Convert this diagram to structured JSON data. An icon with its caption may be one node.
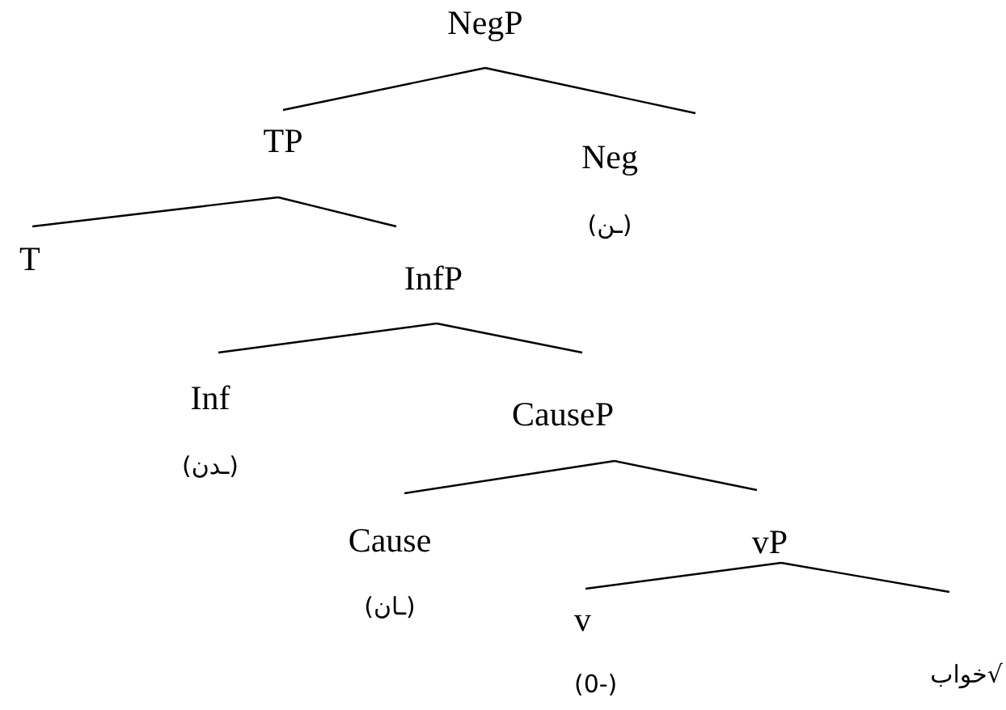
{
  "diagram": {
    "nodes": [
      {
        "text": [
          "NegP"
        ]
      },
      {
        "text": [
          "TP"
        ]
      },
      {
        "text": [
          "Neg",
          "(ـن)"
        ]
      },
      {
        "text": [
          "T"
        ]
      },
      {
        "text": [
          "InfP"
        ]
      },
      {
        "text": [
          "Inf",
          "(ـدن)"
        ]
      },
      {
        "text": [
          "CauseP"
        ]
      },
      {
        "text": [
          "Cause",
          "(ـان)"
        ]
      },
      {
        "text": [
          "vP"
        ]
      },
      {
        "text": [
          "v",
          "(0-)"
        ]
      },
      {
        "text": [
          "√خواب"
        ]
      }
    ],
    "edges": [
      {
        "from": 0,
        "to": 1,
        "arrow": "none"
      },
      {
        "from": 0,
        "to": 2,
        "arrow": "none"
      },
      {
        "from": 1,
        "to": 3,
        "arrow": "none"
      },
      {
        "from": 1,
        "to": 4,
        "arrow": "none"
      },
      {
        "from": 4,
        "to": 5,
        "arrow": "none"
      },
      {
        "from": 4,
        "to": 6,
        "arrow": "none"
      },
      {
        "from": 6,
        "to": 7,
        "arrow": "none"
      },
      {
        "from": 6,
        "to": 8,
        "arrow": "none"
      },
      {
        "from": 8,
        "to": 9,
        "arrow": "none"
      },
      {
        "from": 8,
        "to": 10,
        "arrow": "none"
      }
    ]
  }
}
